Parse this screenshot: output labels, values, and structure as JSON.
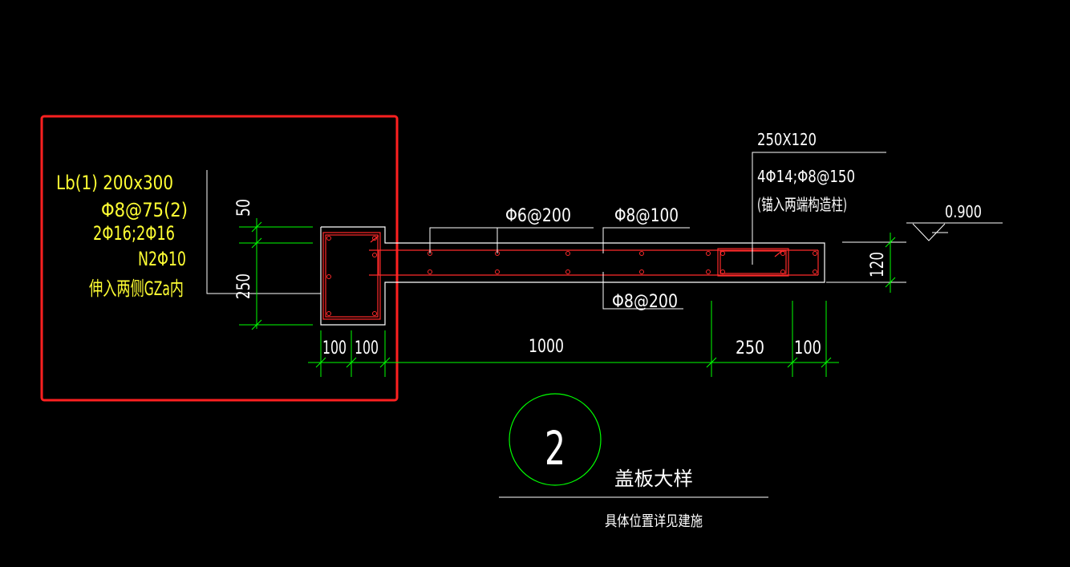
{
  "colors": {
    "background": "#000000",
    "outline": "#ffffff",
    "rebar": "#ff2a2a",
    "dimension": "#00ff00",
    "label_yellow": "#ffff33",
    "highlight": "#ff2020",
    "circle": "#00ff00"
  },
  "beam_note": {
    "line1": "Lb(1) 200x300",
    "line2": "Φ8@75(2)",
    "line3": "2Φ16;2Φ16",
    "line4": "N2Φ10",
    "line5": "伸入两侧GZa内"
  },
  "slab_labels": {
    "top_bar": "Φ6@200",
    "mid_bar": "Φ8@100",
    "bottom_bar": "Φ8@200"
  },
  "end_beam_note": {
    "size": "250X120",
    "rebar": "4Φ14;Φ8@150",
    "anchor": "(锚入两端构造柱)"
  },
  "elevation": "0.900",
  "dimensions": {
    "v_top": "50",
    "v_main": "250",
    "slab_thk": "120",
    "h1": "100",
    "h2": "100",
    "h3": "1000",
    "h4": "250",
    "h5": "100"
  },
  "detail": {
    "number": "2",
    "title": "盖板大样",
    "note": "具体位置详见建施"
  }
}
